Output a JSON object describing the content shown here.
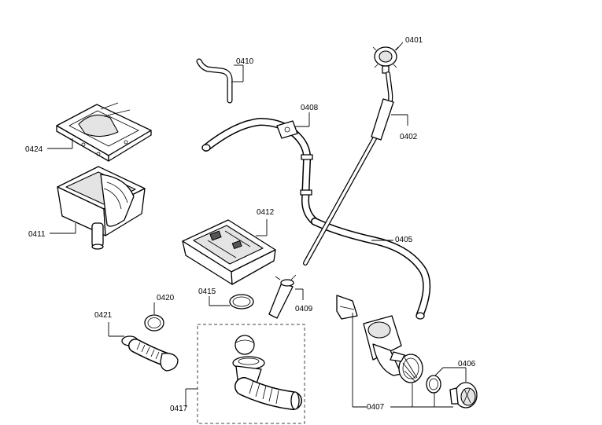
{
  "labels": {
    "p0401": "0401",
    "p0402": "0402",
    "p0405": "0405",
    "p0406": "0406",
    "p0407": "0407",
    "p0408": "0408",
    "p0409": "0409",
    "p0410": "0410",
    "p0411": "0411",
    "p0412": "0412",
    "p0415": "0415",
    "p0417": "0417",
    "p0420": "0420",
    "p0421": "0421",
    "p0424": "0424"
  }
}
